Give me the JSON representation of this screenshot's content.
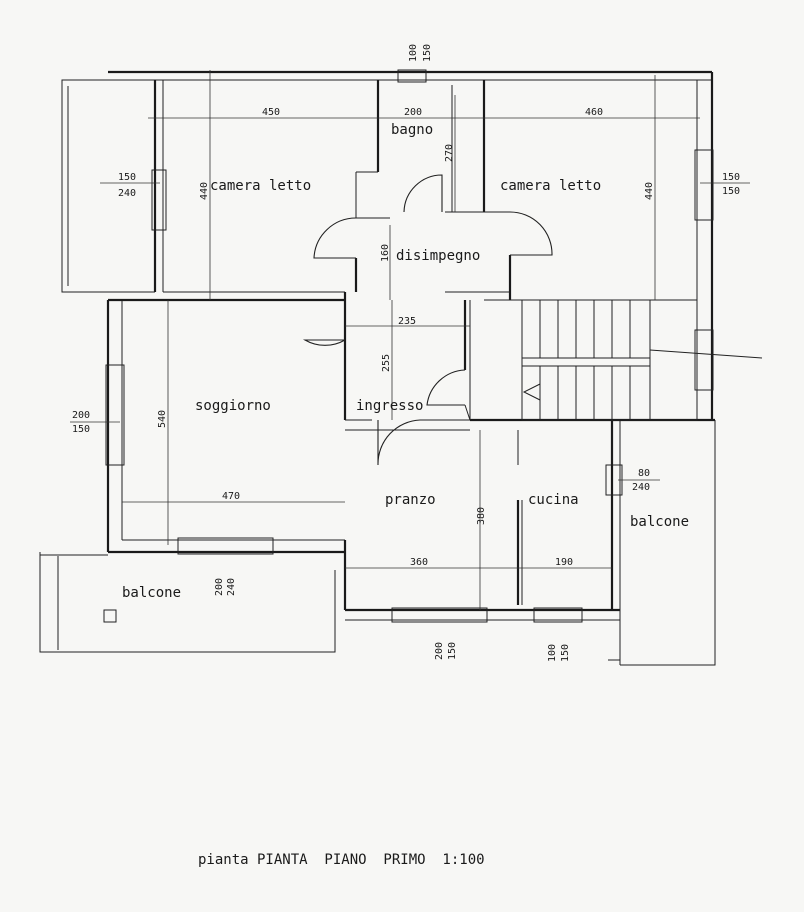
{
  "title": "pianta PIANTA  PIANO  PRIMO  1:100",
  "rooms": {
    "camera_left": "camera letto",
    "camera_right": "camera letto",
    "bagno": "bagno",
    "disimpegno": "disimpegno",
    "soggiorno": "soggiorno",
    "ingresso": "ingresso",
    "pranzo": "pranzo",
    "cucina": "cucina",
    "balcone_left": "balcone",
    "balcone_right": "balcone"
  },
  "dimensions": {
    "camera_left_width": "450",
    "camera_left_height": "440",
    "bagno_width": "200",
    "bagno_height": "270",
    "camera_right_width": "460",
    "camera_right_height": "440",
    "disimpegno_height": "160",
    "ingresso_width": "235",
    "ingresso_height": "255",
    "soggiorno_height": "540",
    "soggiorno_width": "470",
    "pranzo_height": "380",
    "pranzo_width": "360",
    "cucina_width": "190"
  },
  "windows": {
    "top": [
      "100",
      "150"
    ],
    "left_camera": [
      "150",
      "240"
    ],
    "right_camera": [
      "150",
      "150"
    ],
    "left_soggiorno": [
      "200",
      "150"
    ],
    "right_cucina": [
      "80",
      "240"
    ],
    "bottom_soggiorno": [
      "200",
      "240"
    ],
    "bottom_pranzo": [
      "200",
      "150"
    ],
    "bottom_cucina": [
      "100",
      "150"
    ]
  }
}
